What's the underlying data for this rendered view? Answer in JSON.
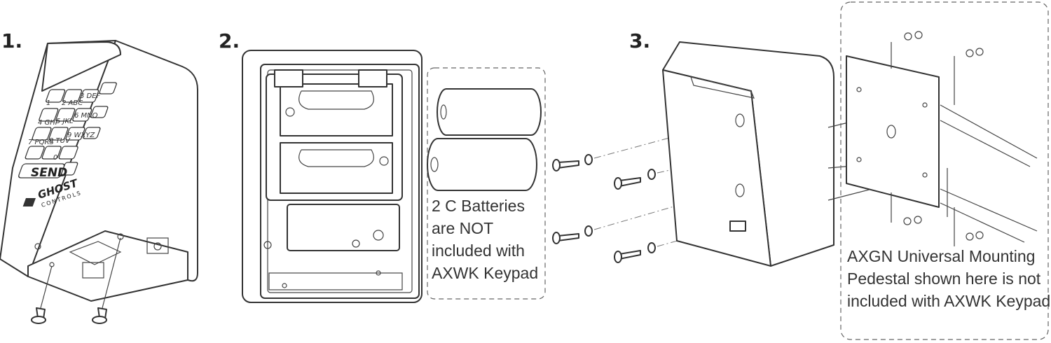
{
  "steps": [
    {
      "number": "1."
    },
    {
      "number": "2."
    },
    {
      "number": "3."
    }
  ],
  "keypad": {
    "keys": [
      "1",
      "2 ABC",
      "3 DEF",
      "4 GHI",
      "5 JKL",
      "6 MNO",
      "7 PQRS",
      "8 TUV",
      "9 WXYZ",
      "0"
    ],
    "send_label": "SEND",
    "brand": "GHOST",
    "brand_sub": "CONTROLS"
  },
  "callouts": {
    "batteries": "2 C Batteries are NOT included with AXWK Keypad",
    "pedestal": "AXGN Universal Mounting Pedestal shown here is not included with AXWK Keypad"
  }
}
